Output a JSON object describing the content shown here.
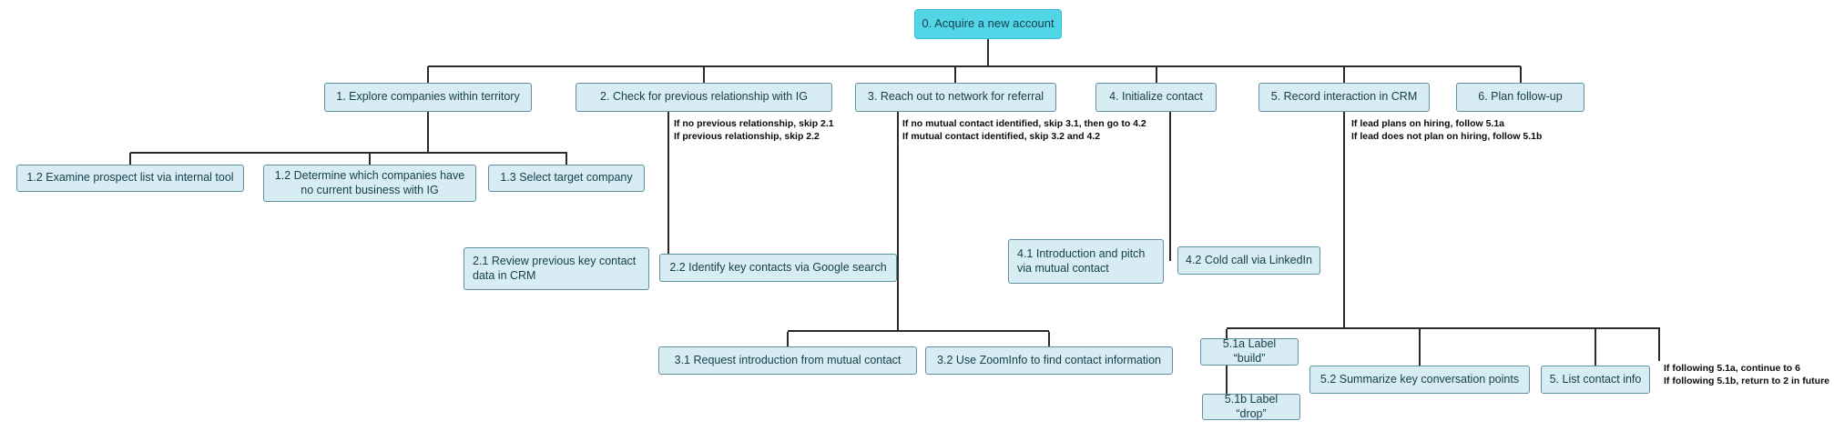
{
  "diagram": {
    "root": "0. Acquire a new account",
    "n1": "1. Explore companies within territory",
    "n2": "2. Check for previous relationship with IG",
    "n3": "3. Reach out to network for referral",
    "n4": "4. Initialize contact",
    "n5": "5. Record interaction in CRM",
    "n6": "6. Plan follow-up",
    "n1a": "1.2 Examine prospect list via internal tool",
    "n1b": "1.2 Determine which companies have no current business with IG",
    "n1c": "1.3 Select target company",
    "n2a": "2.1 Review previous key contact data in CRM",
    "n2b": "2.2 Identify key contacts via Google search",
    "n3a": "3.1 Request introduction from mutual contact",
    "n3b": "3.2 Use ZoomInfo to find contact information",
    "n4a": "4.1 Introduction and pitch via mutual contact",
    "n4b": "4.2 Cold call via LinkedIn",
    "n5a": "5.1a Label “build”",
    "n5b": "5.1b Label “drop”",
    "n5c": "5.2 Summarize key conversation points",
    "n5d": "5. List contact info",
    "ann2": {
      "l1": "If no previous relationship, skip 2.1",
      "l2": "If previous relationship, skip 2.2"
    },
    "ann3": {
      "l1": "If no mutual contact identified, skip 3.1, then go to 4.2",
      "l2": "If mutual contact identified, skip 3.2 and 4.2"
    },
    "ann5": {
      "l1": "If lead plans on hiring, follow 5.1a",
      "l2": "If lead does not plan on hiring, follow 5.1b"
    },
    "ann6": {
      "l1": "If following 5.1a, continue to 6",
      "l2": "If following 5.1b, return to 2 in future"
    },
    "colors": {
      "root_fill": "#52d5e7",
      "root_border": "#2fc0d6",
      "node_fill": "#d7ecf3",
      "node_border": "#60909f",
      "line": "#2a2a2a",
      "text": "#16404d"
    }
  }
}
